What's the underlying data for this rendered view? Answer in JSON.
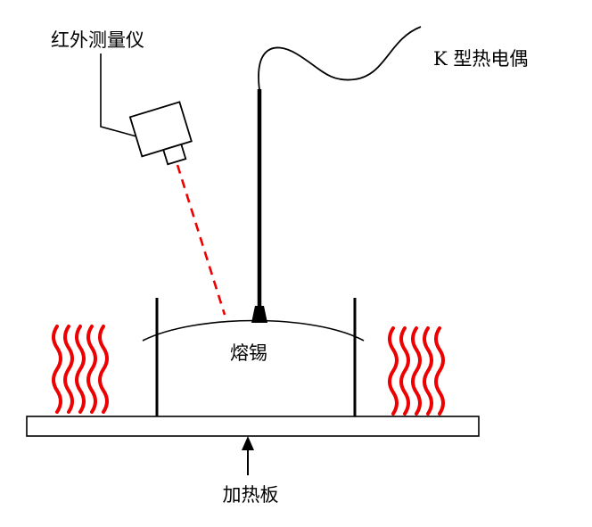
{
  "labels": {
    "infrared_meter": "红外测量仪",
    "k_thermocouple": "K 型热电偶",
    "molten_tin": "熔锡",
    "heating_plate": "加热板"
  },
  "colors": {
    "line": "#000000",
    "background": "#ffffff",
    "heat_wave": "#ee0000",
    "laser_beam": "#ee0000"
  }
}
